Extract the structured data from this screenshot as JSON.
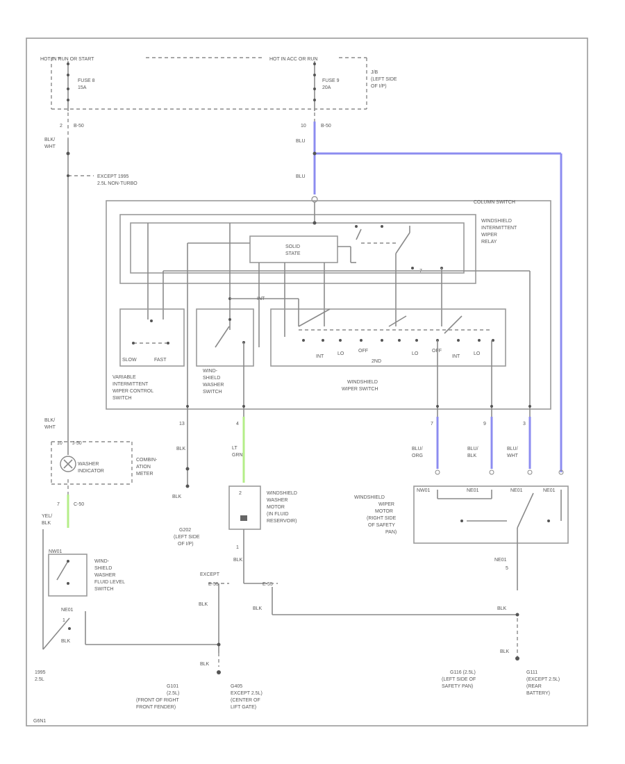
{
  "power": {
    "left_label": "HOT IN RUN OR START",
    "right_label": "HOT IN ACC OR RUN",
    "fuse_left": [
      "FUSE 8",
      "15A"
    ],
    "fuse_right": [
      "FUSE 9",
      "20A"
    ],
    "junction_block": [
      "J/B",
      "(LEFT SIDE",
      "OF I/P)"
    ],
    "conn_left": "B-50",
    "conn_right": "B-50",
    "pin_left": "2",
    "pin_right": "10"
  },
  "wire_labels": {
    "blk_wht_top": [
      "BLK/",
      "WHT"
    ],
    "blu_top": "BLU",
    "blu_mid": "BLU",
    "except_1995": [
      "EXCEPT 1995",
      "2.5L NON-TURBO"
    ],
    "blk_wht_mid": [
      "BLK/",
      "WHT"
    ],
    "blk_left": "BLK",
    "lt_grn": [
      "LT",
      "GRN"
    ],
    "blu_org": [
      "BLU/",
      "ORG"
    ],
    "blu_blk": [
      "BLU/",
      "BLK"
    ],
    "blu_wht": [
      "BLU/",
      "WHT"
    ],
    "yel": [
      "YEL/",
      "BLK"
    ],
    "blk_motor": "BLK",
    "blk_g_left": "BLK",
    "blk_mid": "BLK",
    "blk_right": "BLK",
    "blk_fl": "BLK",
    "blk_bottom": "BLK",
    "blk_right_bottom": "BLK"
  },
  "column_switch": {
    "title": "COLUMN SWITCH",
    "relay": [
      "WINDSHIELD",
      "INTERMITTENT",
      "WIPER",
      "RELAY"
    ],
    "solid_state": [
      "SOLID",
      "STATE"
    ],
    "variable": [
      "VARIABLE",
      "INTERMITTENT",
      "WIPER CONTROL",
      "SWITCH"
    ],
    "slow": "SLOW",
    "fast": "FAST",
    "washer_switch": [
      "WIND-",
      "SHIELD",
      "WASHER",
      "SWITCH"
    ],
    "wiper_switch": [
      "WINDSHIELD",
      "WIPER SWITCH"
    ],
    "positions": [
      "INT",
      "LO",
      "OFF",
      "LO",
      "OFF",
      "INT",
      "LO"
    ],
    "positions2": "2ND",
    "pin_numbers": [
      "13",
      "4",
      "7",
      "9",
      "3"
    ],
    "int_label": "INT"
  },
  "indicator": {
    "conn": "J-50",
    "pin": "10",
    "label": [
      "WASHER",
      "INDICATOR"
    ],
    "meter": [
      "COMBIN-",
      "ATION",
      "METER"
    ],
    "conn2": "C-50",
    "pin2": "7"
  },
  "washer_motor": {
    "label": [
      "WINDSHIELD",
      "WASHER",
      "MOTOR",
      "(IN FLUID",
      "RESERVOIR)"
    ],
    "pin_top": "2",
    "pin_bottom": "1"
  },
  "wiper_motor": {
    "label": [
      "WINDSHIELD",
      "WIPER",
      "MOTOR",
      "(RIGHT SIDE",
      "OF SAFETY",
      "PAN)"
    ],
    "pins": [
      "NW01",
      "NE01",
      "NE01",
      "NE01"
    ],
    "bottom_conn": "NE01",
    "bottom_pin": "5"
  },
  "fluid_level": {
    "label": [
      "WIND-",
      "SHIELD",
      "WASHER",
      "FLUID LEVEL",
      "SWITCH"
    ],
    "conn_top": "NW01",
    "conn_bottom": "NE01",
    "pin_bottom": "1"
  },
  "grounds": {
    "g202": [
      "G202",
      "(LEFT SIDE",
      "OF I/P)"
    ],
    "g101": [
      "G101",
      "(2.5L)",
      "(FRONT OF RIGHT",
      "FRONT FENDER)"
    ],
    "g405": [
      "G405",
      "EXCEPT 2.5L)",
      "(CENTER OF",
      "LIFT GATE)"
    ],
    "g111": [
      "G111",
      "(EXCEPT 2.5L)",
      "(REAR",
      "BATTERY)"
    ],
    "g116": [
      "G116 (2.5L)",
      "(LEFT SIDE OF",
      "SAFETY PAN)"
    ],
    "except": "EXCEPT",
    "conn_e": "E-55",
    "conn_e2": "E-55",
    "year": [
      "1995",
      "2.5L"
    ]
  },
  "footer": "G6N1"
}
